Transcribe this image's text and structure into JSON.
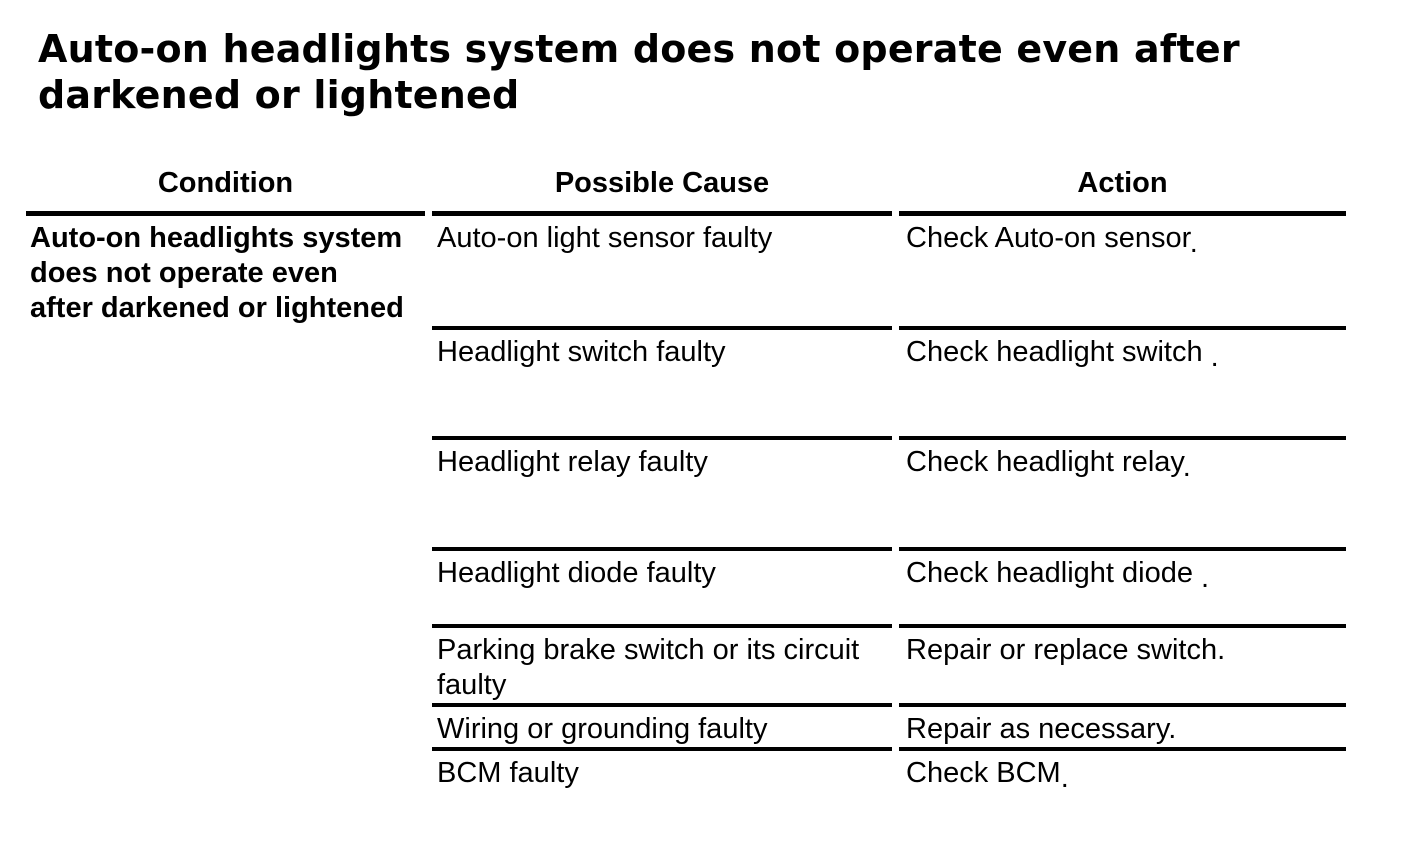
{
  "colors": {
    "text": "#000000",
    "rules": "#000000",
    "background": "#ffffff"
  },
  "page_title": "Auto-on headlights system does not operate even after\ndarkened or lightened",
  "table": {
    "headers": {
      "condition": "Condition",
      "cause": "Possible Cause",
      "action": "Action"
    },
    "condition": "Auto-on headlights system does not operate even after darkened or lightened",
    "rows": [
      {
        "cause": "Auto-on light sensor faulty",
        "action": "Check Auto-on sensor",
        "period": "."
      },
      {
        "cause": "Headlight switch faulty",
        "action": "Check headlight switch",
        "period": " ."
      },
      {
        "cause": "Headlight relay faulty",
        "action": "Check headlight relay",
        "period": "."
      },
      {
        "cause": "Headlight diode faulty",
        "action": "Check headlight diode",
        "period": " ."
      },
      {
        "cause": "Parking brake switch or its circuit faulty",
        "action": "Repair or replace switch",
        "period": "."
      },
      {
        "cause": "Wiring or grounding faulty",
        "action": "Repair as necessary",
        "period": "."
      },
      {
        "cause": "BCM faulty",
        "action": "Check BCM",
        "period": "."
      }
    ]
  }
}
